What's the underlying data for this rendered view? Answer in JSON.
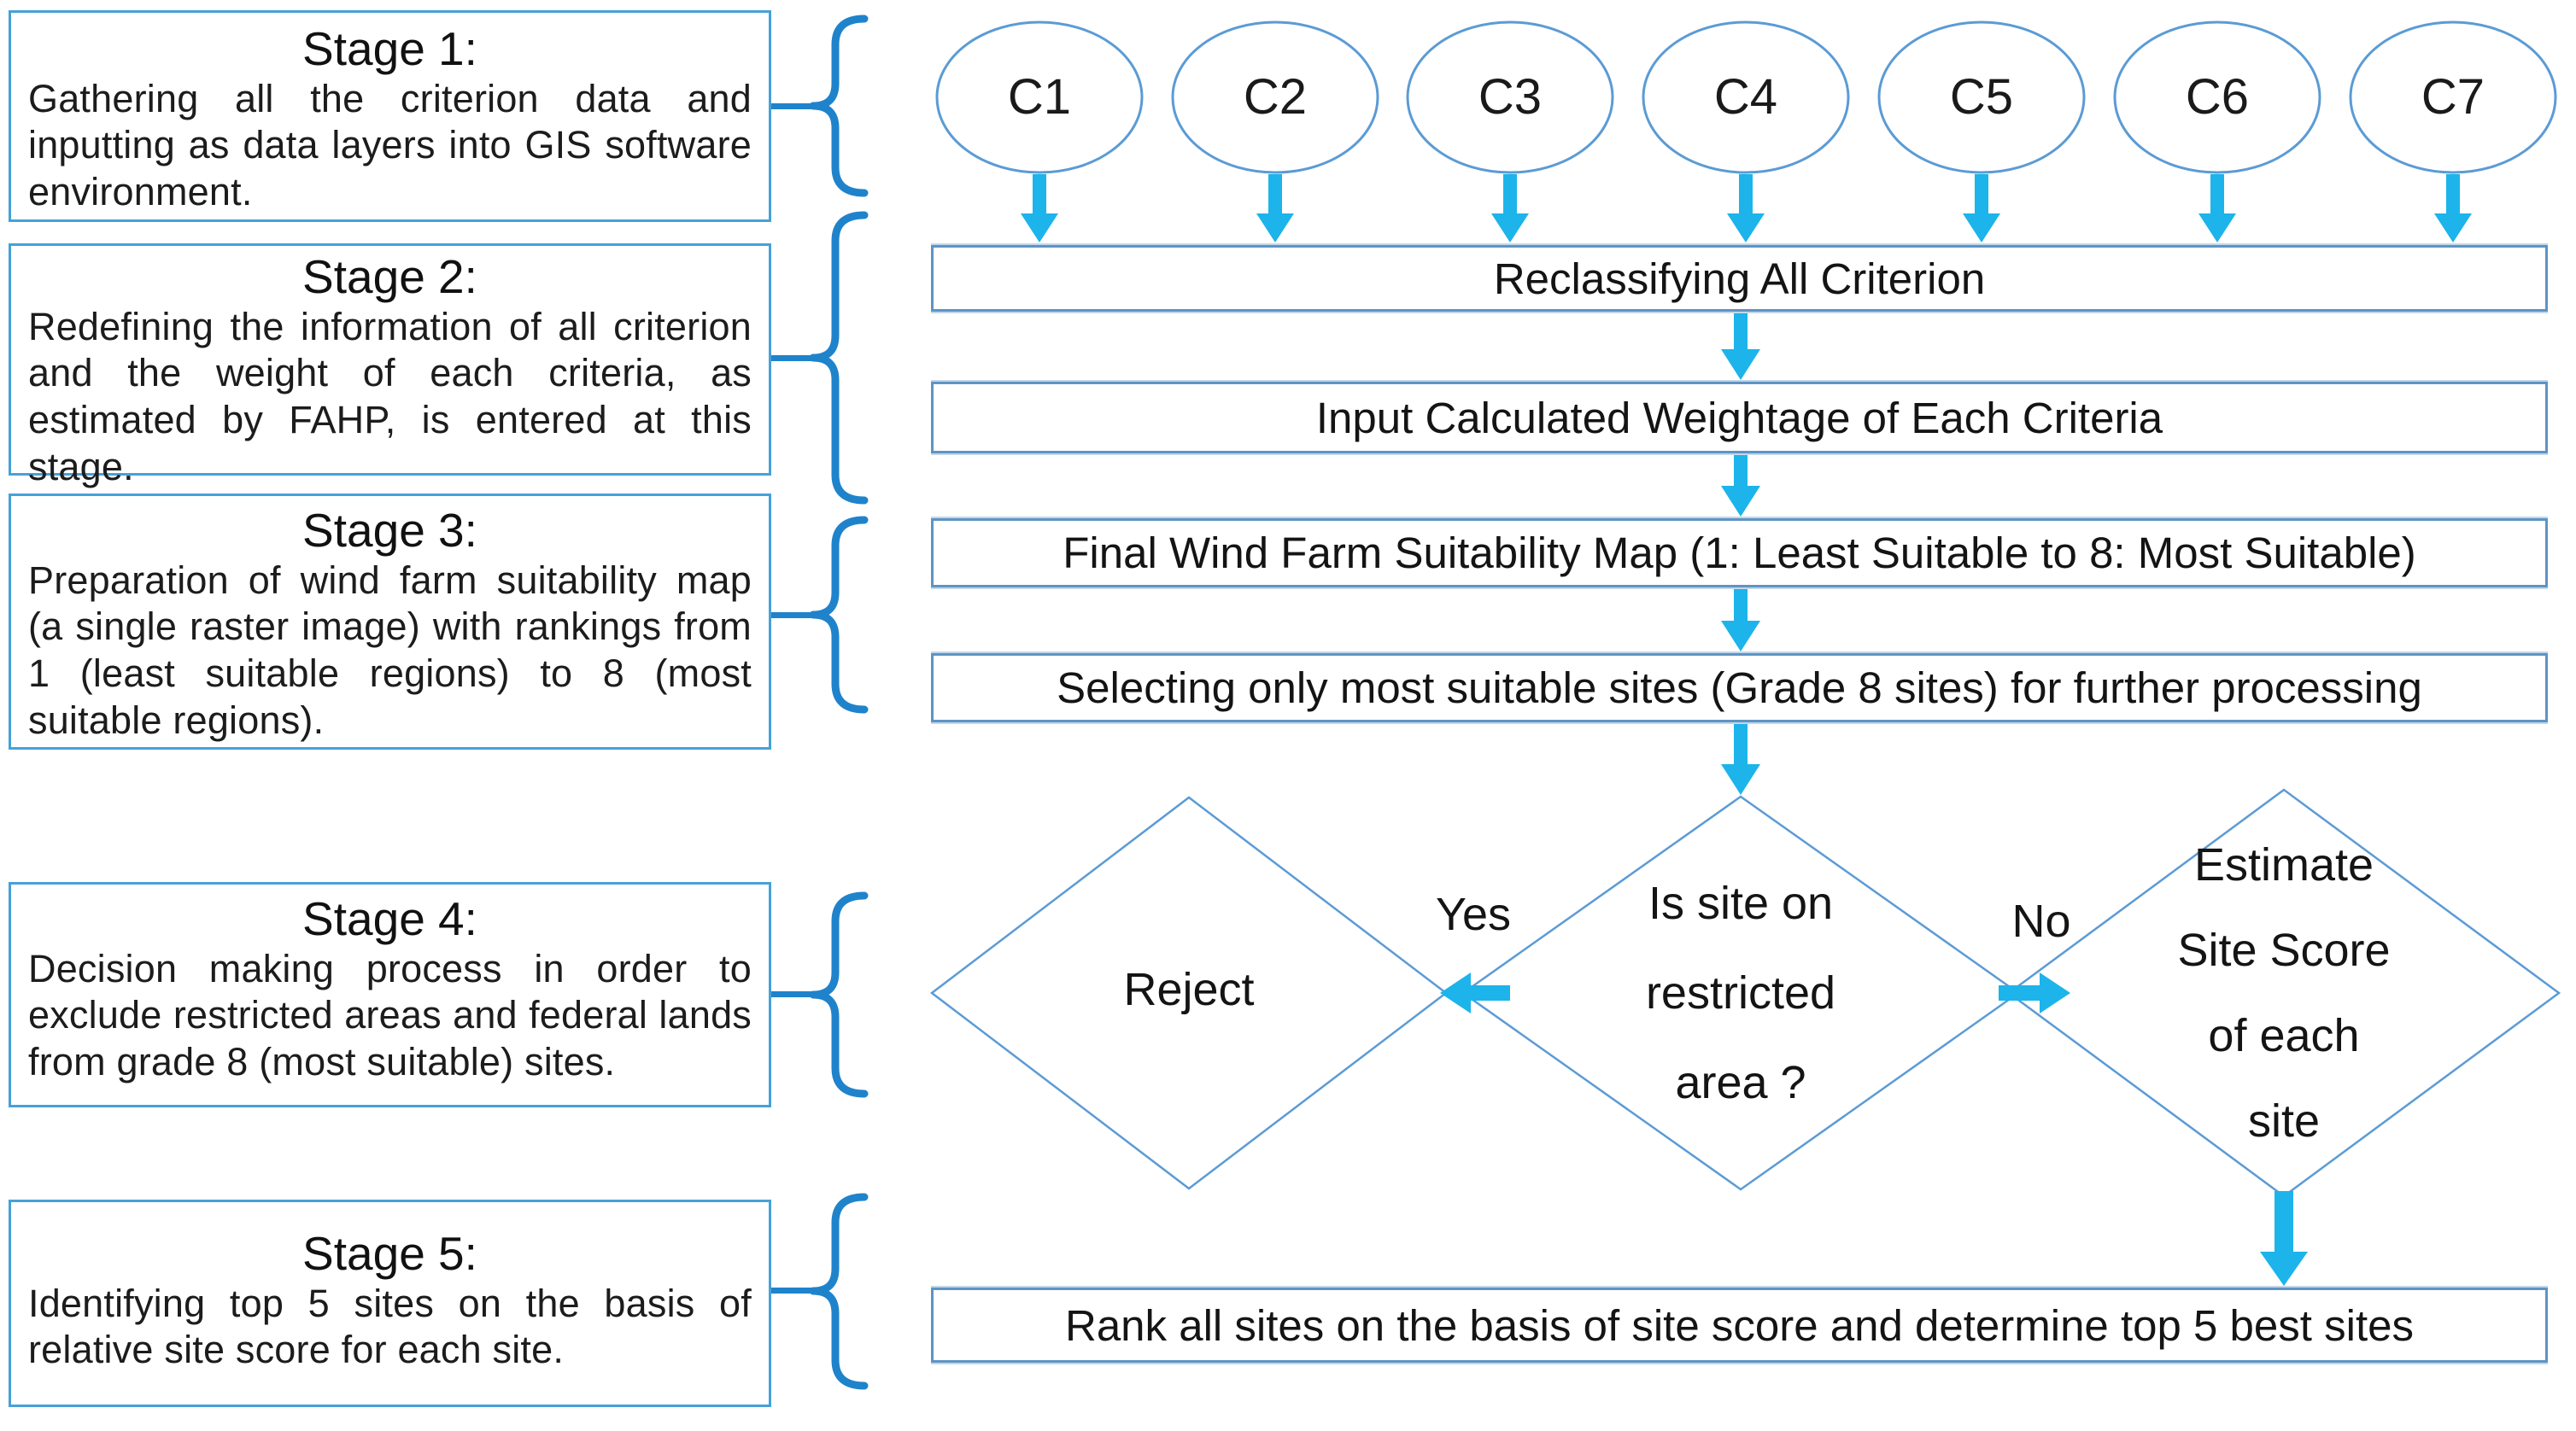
{
  "colors": {
    "accent_cyan": "#1CB4EA",
    "brace_blue": "#1F83CC",
    "shape_outline": "#5B9BD5",
    "stage_border": "#46A1D8",
    "flow_border": "#5E94C4",
    "text": "#1C1C1C"
  },
  "stages": [
    {
      "title": "Stage 1:",
      "body": "Gathering all the criterion data and inputting as data layers into GIS software environment."
    },
    {
      "title": "Stage 2:",
      "body": "Redefining the information of all criterion and the weight of each criteria, as estimated by FAHP, is entered at this stage."
    },
    {
      "title": "Stage 3:",
      "body": "Preparation of wind farm suitability map (a single raster image) with rankings from 1 (least suitable regions) to 8 (most suitable regions)."
    },
    {
      "title": "Stage 4:",
      "body": "Decision making process in order to exclude restricted areas and federal lands from grade 8 (most suitable) sites."
    },
    {
      "title": "Stage 5:",
      "body": "Identifying top 5 sites on the basis of relative site score for each site."
    }
  ],
  "criteria": [
    "C1",
    "C2",
    "C3",
    "C4",
    "C5",
    "C6",
    "C7"
  ],
  "flow_boxes": [
    {
      "label": "Reclassifying All Criterion"
    },
    {
      "label": "Input Calculated Weightage of Each Criteria"
    },
    {
      "label": "Final Wind Farm Suitability Map (1: Least Suitable to 8: Most Suitable)"
    },
    {
      "label": "Selecting only most suitable sites (Grade 8 sites) for further processing"
    },
    {
      "label": "Rank all sites on the basis of site score and determine top 5 best sites"
    }
  ],
  "decision": {
    "reject": "Reject",
    "question_lines": [
      "Is site on",
      "restricted",
      "area ?"
    ],
    "estimate_lines": [
      "Estimate",
      "Site Score",
      "of each",
      "site"
    ],
    "yes": "Yes",
    "no": "No"
  }
}
